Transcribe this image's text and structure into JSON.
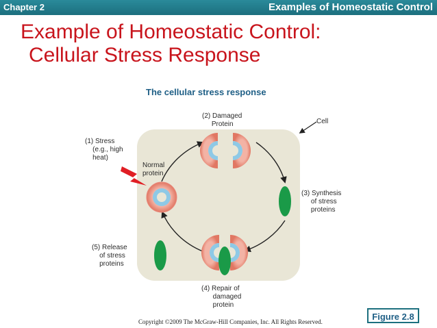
{
  "header": {
    "chapter": "Chapter 2",
    "section": "Examples of Homeostatic Control"
  },
  "slide": {
    "title_line1": "Example of Homeostatic Control:",
    "title_line2": "Cellular Stress Response"
  },
  "figure": {
    "heading": "The cellular stress response",
    "labels": {
      "cell": "Cell",
      "stress": "(1) Stress\n    (e.g., high\n    heat)",
      "normal_protein": "Normal\nprotein",
      "damaged_protein": "(2) Damaged\n     Protein",
      "synthesis": "(3) Synthesis\n     of stress\n     proteins",
      "repair": "(4) Repair of\n      damaged\n      protein",
      "release": "(5) Release\n    of stress\n    proteins"
    },
    "tag": "Figure 2.8"
  },
  "copyright": "Copyright ©2009 The McGraw-Hill Companies, Inc. All Rights Reserved.",
  "colors": {
    "header_bar": "#1c6f7e",
    "title": "#c8141c",
    "heading": "#1f5f86",
    "cell_fill": "#e9e6d6",
    "protein_outer": "#e8877a",
    "protein_inner": "#8ec9e6",
    "stress_protein": "#1a9a48",
    "lightning": "#e01e24"
  }
}
